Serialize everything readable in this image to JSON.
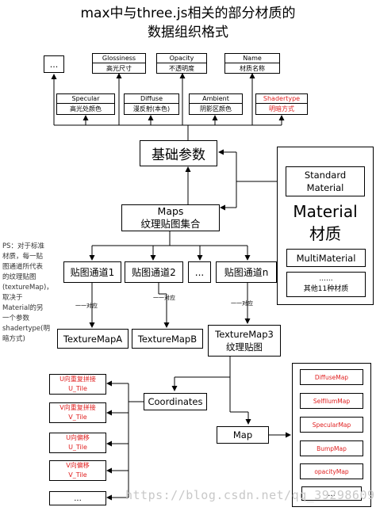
{
  "title": {
    "line1": "max中与three.js相关的部分材质的",
    "line2": "数据组织格式"
  },
  "props_top": [
    {
      "en": "...",
      "cn": ""
    },
    {
      "en": "Glossiness",
      "cn": "高光尺寸"
    },
    {
      "en": "Opacity",
      "cn": "不透明度"
    },
    {
      "en": "Name",
      "cn": "材质名称"
    }
  ],
  "props_mid": [
    {
      "en": "Specular",
      "cn": "高光处颜色"
    },
    {
      "en": "Diffuse",
      "cn": "漫反射(本色)"
    },
    {
      "en": "Ambient",
      "cn": "阴影区颜色"
    },
    {
      "en": "Shadertype",
      "cn": "明暗方式"
    }
  ],
  "base_params": "基础参数",
  "maps": {
    "en": "Maps",
    "cn": "纹理贴图集合"
  },
  "material": {
    "standard": "Standard Material",
    "title_en": "Material",
    "title_cn": "材质",
    "multi": "MultiMaterial",
    "dots": "......",
    "other": "其他11种材质"
  },
  "note": "PS：对于标准材质，每一贴图通道所代表的纹理贴图(textureMap)，取决于Material的另一个参数shadertype(明暗方式)",
  "channels": [
    "贴图通道1",
    "贴图通道2",
    "...",
    "贴图通道n"
  ],
  "one_to_one": "一一对应",
  "texture_maps": [
    "TextureMapA",
    "TextureMapB"
  ],
  "texture_map3": {
    "en": "TextureMap3",
    "cn": "纹理贴图"
  },
  "coordinates": "Coordinates",
  "uv": [
    {
      "a": "U向重复拼接",
      "b": "U_Tile"
    },
    {
      "a": "V向重复拼接",
      "b": "V_Tile"
    },
    {
      "a": "U向偏移",
      "b": "U_Tile"
    },
    {
      "a": "V向偏移",
      "b": "V_Tile"
    }
  ],
  "uv_dots": "...",
  "map": "Map",
  "map_types": [
    "DiffuseMap",
    "SelfIlumMap",
    "SpecularMap",
    "BumpMap",
    "opacityMap"
  ],
  "map_dots": "...",
  "watermark": "https://blog.csdn.net/qq_39298609"
}
